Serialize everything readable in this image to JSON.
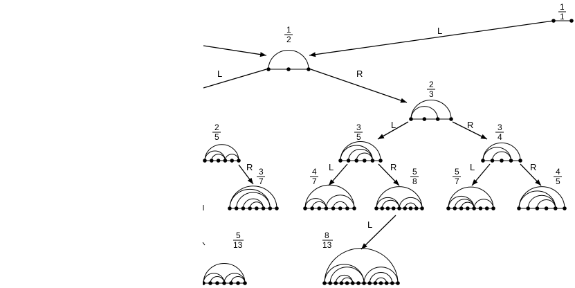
{
  "nodes": [
    {
      "id": "n1_1",
      "num": "1",
      "den": "1"
    },
    {
      "id": "n1_2",
      "num": "1",
      "den": "2"
    },
    {
      "id": "n2_3",
      "num": "2",
      "den": "3"
    },
    {
      "id": "n2_5",
      "num": "2",
      "den": "5"
    },
    {
      "id": "n3_5",
      "num": "3",
      "den": "5"
    },
    {
      "id": "n3_4",
      "num": "3",
      "den": "4"
    },
    {
      "id": "n3_7",
      "num": "3",
      "den": "7"
    },
    {
      "id": "n4_7",
      "num": "4",
      "den": "7"
    },
    {
      "id": "n5_8",
      "num": "5",
      "den": "8"
    },
    {
      "id": "n5_7",
      "num": "5",
      "den": "7"
    },
    {
      "id": "n4_5",
      "num": "4",
      "den": "5"
    },
    {
      "id": "n5_13",
      "num": "5",
      "den": "13"
    },
    {
      "id": "n8_13",
      "num": "8",
      "den": "13"
    }
  ],
  "edge_labels": {
    "left": "L",
    "right": "R"
  }
}
